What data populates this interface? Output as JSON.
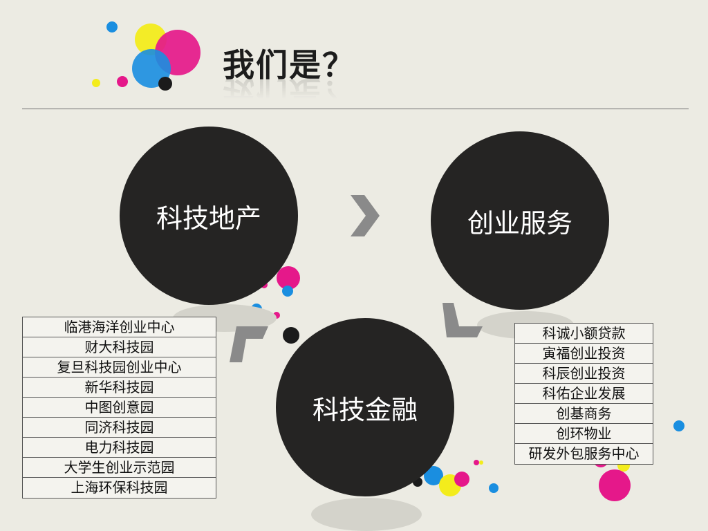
{
  "title": "我们是？",
  "circles": {
    "tech_property": "科技地产",
    "startup_services": "创业服务",
    "tech_finance": "科技金融"
  },
  "left_list": [
    "临港海洋创业中心",
    "财大科技园",
    "复旦科技园创业中心",
    "新华科技园",
    "中图创意园",
    "同济科技园",
    "电力科技园",
    "大学生创业示范园",
    "上海环保科技园"
  ],
  "right_list": [
    "科诚小额贷款",
    "寅福创业投资",
    "科辰创业投资",
    "科佑企业发展",
    "创基商务",
    "创环物业",
    "研发外包服务中心"
  ],
  "colors": {
    "circle": "#252423",
    "background": "#ecebe3",
    "magenta": "#e5188a",
    "blue": "#1a8ee0",
    "yellow": "#f3ec1c",
    "black": "#1b1b1b",
    "arrow": "#8a8a8a"
  },
  "icons": {
    "logo": "cmyk-bubbles-icon",
    "arrow": "chevron-icon"
  }
}
